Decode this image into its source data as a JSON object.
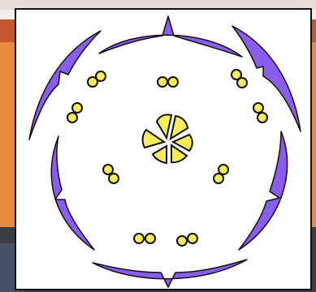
{
  "diagram": {
    "colors": {
      "petal": "#8b5cf0",
      "anther": "#f7ee52",
      "outline": "#111111",
      "background_frame": "#ffffff"
    },
    "parts": [
      "outer-petals",
      "stamens",
      "central-ovary"
    ]
  }
}
